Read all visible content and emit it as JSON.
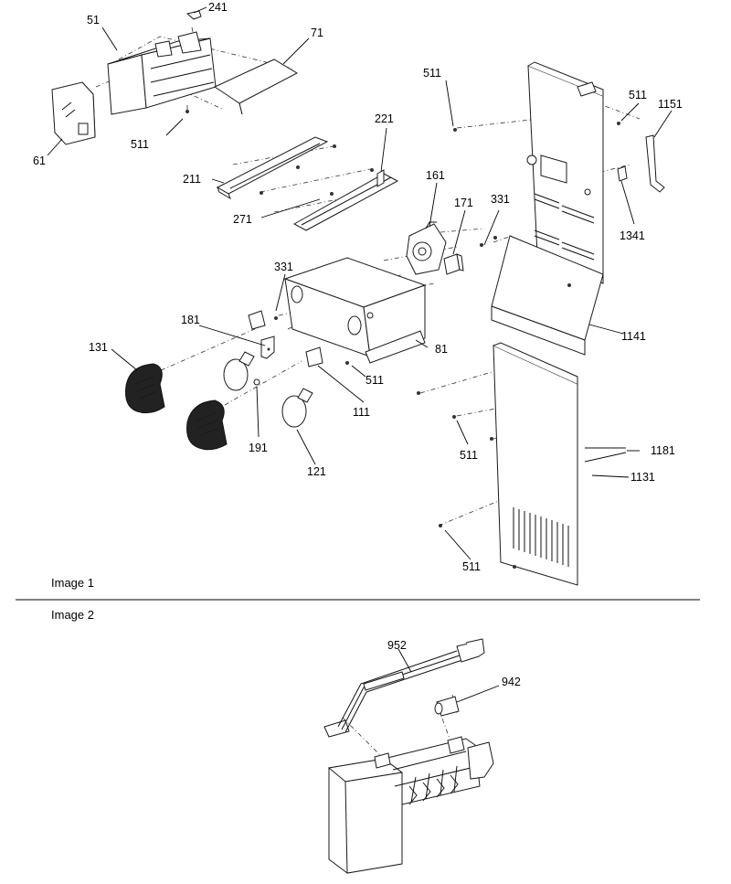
{
  "sections": [
    {
      "key": "image1",
      "title": "Image 1"
    },
    {
      "key": "image2",
      "title": "Image 2"
    }
  ],
  "parts": {
    "p241": "241",
    "p51": "51",
    "p71": "71",
    "p61": "61",
    "p511_a": "511",
    "p221": "221",
    "p211": "211",
    "p271": "271",
    "p161": "161",
    "p171": "171",
    "p331_a": "331",
    "p331_b": "331",
    "p511_b": "511",
    "p511_c": "511",
    "p1151": "1151",
    "p1341": "1341",
    "p1141": "1141",
    "p181": "181",
    "p131": "131",
    "p81": "81",
    "p511_d": "511",
    "p111": "111",
    "p191": "191",
    "p121": "121",
    "p511_e": "511",
    "p1181": "1181",
    "p1131": "1131",
    "p511_f": "511",
    "p952": "952",
    "p942": "942"
  }
}
